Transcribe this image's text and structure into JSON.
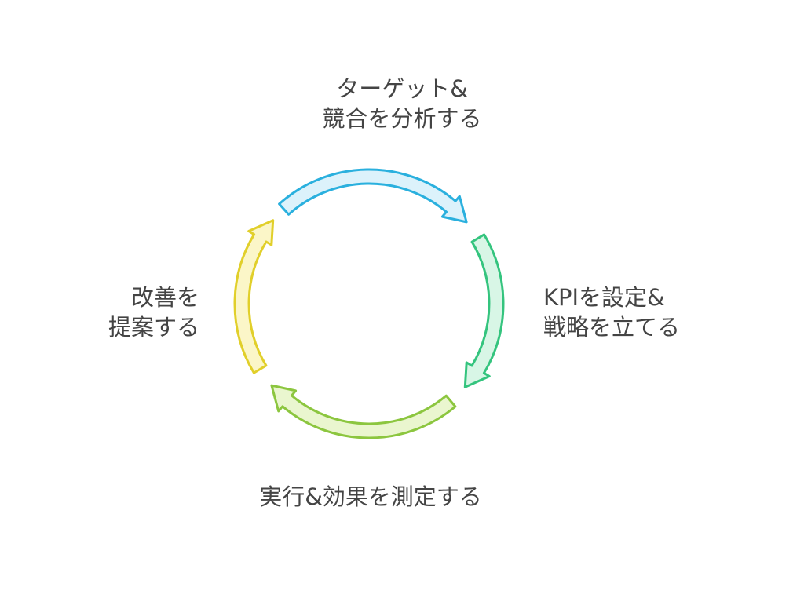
{
  "diagram": {
    "type": "cycle",
    "steps": [
      {
        "lines": [
          "ターゲット&",
          "競合を分析する"
        ],
        "fill": "#dcf2fb",
        "stroke": "#2ab0de"
      },
      {
        "lines": [
          "KPIを設定&",
          "戦略を立てる"
        ],
        "fill": "#d8f6e6",
        "stroke": "#34c47e"
      },
      {
        "lines": [
          "実行&効果を測定する"
        ],
        "fill": "#eaf6cf",
        "stroke": "#8cc63f"
      },
      {
        "lines": [
          "改善を",
          "提案する"
        ],
        "fill": "#fbf6c8",
        "stroke": "#e1cf2a"
      }
    ]
  }
}
